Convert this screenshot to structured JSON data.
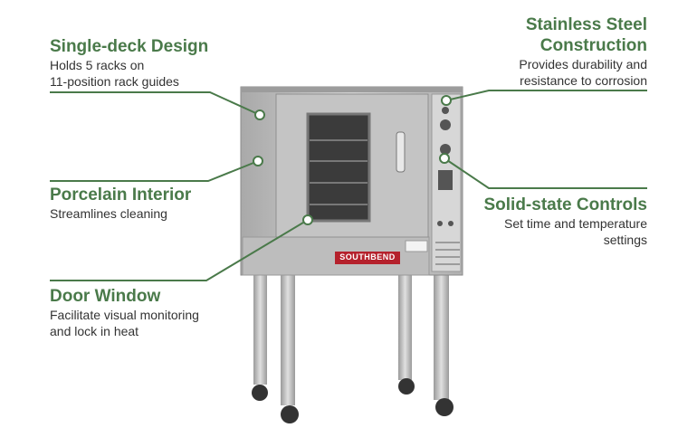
{
  "features": [
    {
      "title": "Single-deck Design",
      "desc1": "Holds 5 racks on",
      "desc2": "11-position rack guides"
    },
    {
      "title": "Porcelain Interior",
      "desc1": "Streamlines cleaning"
    },
    {
      "title": "Door Window",
      "desc1": "Facilitate visual monitoring",
      "desc2": "and lock in heat"
    },
    {
      "title1": "Stainless Steel",
      "title2": "Construction",
      "desc1": "Provides durability and",
      "desc2": "resistance to corrosion"
    },
    {
      "title": "Solid-state Controls",
      "desc1": "Set time and temperature",
      "desc2": "settings"
    }
  ],
  "brand": "SOUTHBEND",
  "colors": {
    "accent": "#4a7a4a",
    "steel": "#b8b8b8"
  }
}
